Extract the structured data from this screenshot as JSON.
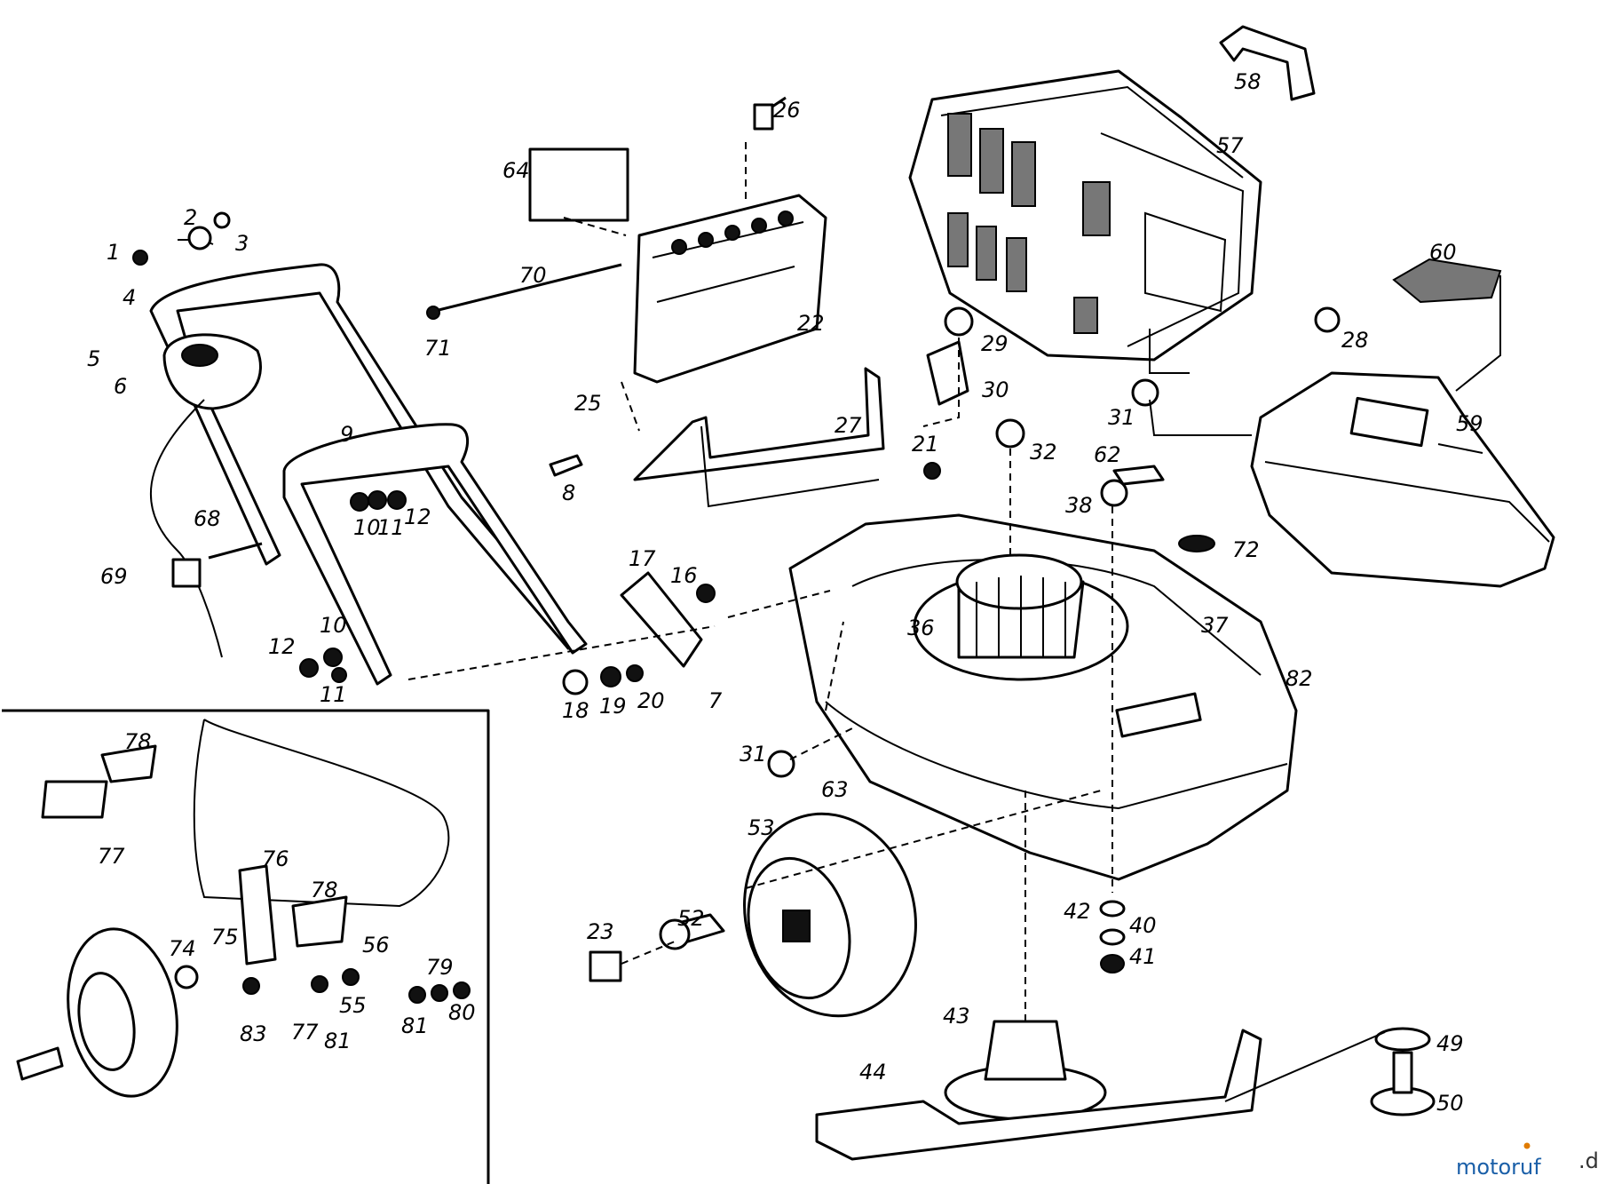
{
  "diagram": {
    "labels": {
      "p1": "1",
      "p2": "2",
      "p3": "3",
      "p4": "4",
      "p5": "5",
      "p6": "6",
      "p7": "7",
      "p8": "8",
      "p9": "9",
      "p10a": "10",
      "p10b": "10",
      "p11a": "11",
      "p11b": "11",
      "p12a": "12",
      "p12b": "12",
      "p16": "16",
      "p17": "17",
      "p18": "18",
      "p19": "19",
      "p20": "20",
      "p21": "21",
      "p22": "22",
      "p23": "23",
      "p25": "25",
      "p26": "26",
      "p27": "27",
      "p28": "28",
      "p29": "29",
      "p30": "30",
      "p31a": "31",
      "p31b": "31",
      "p32": "32",
      "p36": "36",
      "p37": "37",
      "p38": "38",
      "p40": "40",
      "p41": "41",
      "p42": "42",
      "p43": "43",
      "p44": "44",
      "p49": "49",
      "p50": "50",
      "p52": "52",
      "p53": "53",
      "p55": "55",
      "p56": "56",
      "p57": "57",
      "p58": "58",
      "p59": "59",
      "p60": "60",
      "p62": "62",
      "p63": "63",
      "p64": "64",
      "p68": "68",
      "p69": "69",
      "p70": "70",
      "p71": "71",
      "p72": "72",
      "p74": "74",
      "p75": "75",
      "p76": "76",
      "p77a": "77",
      "p77b": "77",
      "p78a": "78",
      "p78b": "78",
      "p79": "79",
      "p80": "80",
      "p81a": "81",
      "p81b": "81",
      "p82": "82",
      "p83": "83"
    }
  },
  "watermark": {
    "brand": "motoruf",
    "tld": ".de",
    "brand_color": "#1a5fa8",
    "dot_color": "#e07b00"
  }
}
